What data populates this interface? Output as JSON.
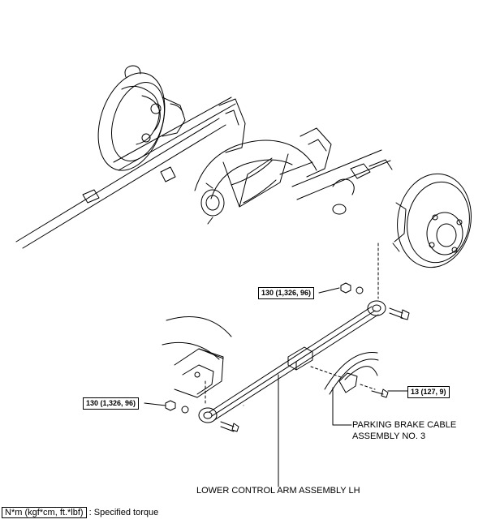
{
  "torque_labels": {
    "upper_nut": "130 (1,326, 96)",
    "lower_nut": "130 (1,326, 96)",
    "bracket_bolt": "13 (127, 9)"
  },
  "callouts": {
    "parking_brake_line1": "PARKING BRAKE CABLE",
    "parking_brake_line2": "ASSEMBLY NO. 3",
    "lower_control_arm": "LOWER CONTROL ARM ASSEMBLY LH"
  },
  "legend": {
    "unit_box": "N*m (kgf*cm, ft.*lbf)",
    "text": ": Specified torque"
  }
}
